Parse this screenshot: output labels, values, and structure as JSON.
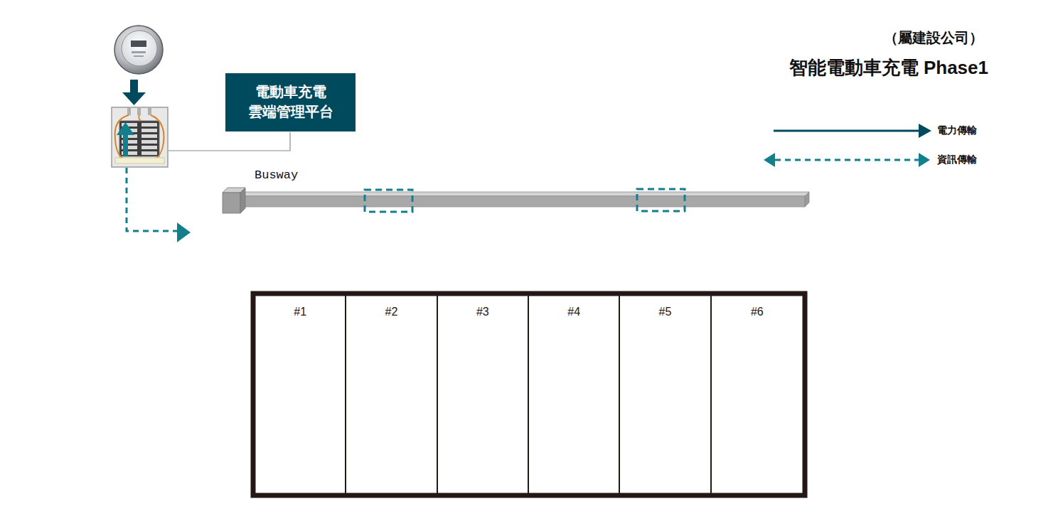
{
  "diagram": {
    "title": "智能電動車充電 Phase1",
    "nodes": [
      {
        "text": [
          "電動車充電 雲端管理平台"
        ]
      },
      {
        "text": [
          "Busway"
        ]
      },
      {
        "text": [
          "#1"
        ]
      },
      {
        "text": [
          "#2"
        ]
      },
      {
        "text": [
          "#3"
        ]
      },
      {
        "text": [
          "#4"
        ]
      },
      {
        "text": [
          "#5"
        ]
      },
      {
        "text": [
          "#6"
        ]
      }
    ],
    "labels": [
      "（屬建設公司）"
    ],
    "legend": [
      {
        "text": "電力傳輸"
      },
      {
        "text": "資訊傳輸"
      }
    ]
  }
}
